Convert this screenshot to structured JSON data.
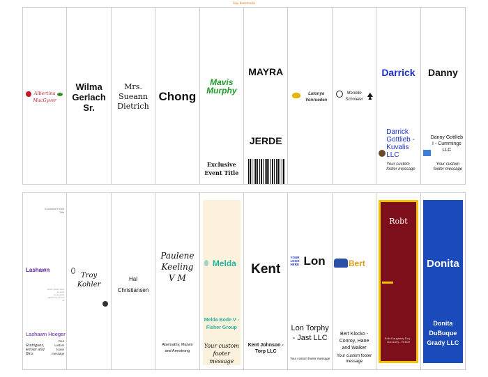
{
  "header": {
    "label": "Slay Bookmarks"
  },
  "row1": [
    {
      "line1": "Albertina",
      "line2": "MacGyver"
    },
    {
      "name": "Wilma Gerlach Sr."
    },
    {
      "name": "Mrs. Sueann Dietrich"
    },
    {
      "name": "Chong"
    },
    {
      "name": "Mavis Murphy",
      "footer": "Exclusive Event Title"
    },
    {
      "top": "MAYRA",
      "bottom": "JERDE"
    },
    {
      "line1": "Latonya",
      "line2": "Vonrueden"
    },
    {
      "line1": "Marielle",
      "line2": "Schmeler"
    },
    {
      "name": "Darrick",
      "company": "Darrick Gottlieb - Kuvalis LLC",
      "footer": "Your custom footer message"
    },
    {
      "name": "Danny",
      "company": "Danny Gottlieb I - Cummings LLC",
      "footer": "Your custom footer message"
    }
  ],
  "row2": [
    {
      "top": "Exclusive Event Title",
      "name": "Lashawn",
      "small": "Lorem ipsum dolor sit amet consectetur adipiscing elit sed do",
      "full": "Lashawn Hoeger",
      "company": "Rodriguez, Emser and Bins",
      "footer": "Your custom footer message"
    },
    {
      "name": "Troy Kohler"
    },
    {
      "name": "Hal Christiansen"
    },
    {
      "name": "Paulene Keeling V M",
      "company": "Abernathy, Marvin and Armstrong"
    },
    {
      "name": "Melda",
      "company": "Melda Bode V - Fisher Group",
      "footer": "Your custom footer message"
    },
    {
      "name": "Kent",
      "company": "Kent Johnson - Torp LLC"
    },
    {
      "logo": "YOUR LOGO HERE",
      "name": "Lon",
      "full": "Lon Torphy - Jast LLC",
      "footer": "Your custom footer message"
    },
    {
      "name": "Bert",
      "company": "Bert Klocko - Conroy, Hane and Walker",
      "footer": "Your custom footer message"
    },
    {
      "name": "Robt",
      "company": "Robt Daugherty Esq. - Gorczany - Hessel"
    },
    {
      "name": "Donita",
      "company": "Donita DuBuque Grady LLC"
    }
  ],
  "colors": {
    "blue": "#1a2fcc",
    "green": "#1f9a2a",
    "maroon": "#7d0f1a",
    "gold": "#f2c300",
    "royal": "#1b4bbb",
    "purple": "#5a1aa0"
  }
}
